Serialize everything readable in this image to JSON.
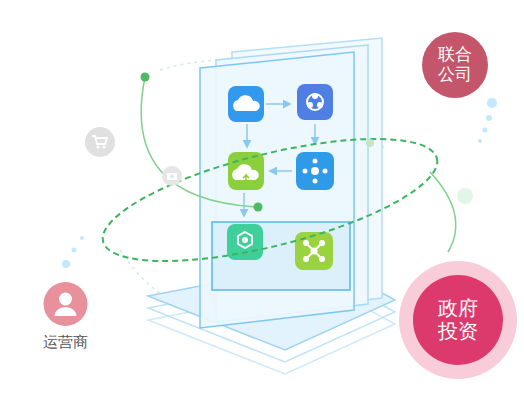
{
  "diagram": {
    "nodes": [
      {
        "text": [
          "联合 公司"
        ]
      },
      {
        "text": [
          "运营商"
        ]
      },
      {
        "text": [
          "政府 投资"
        ]
      }
    ]
  }
}
